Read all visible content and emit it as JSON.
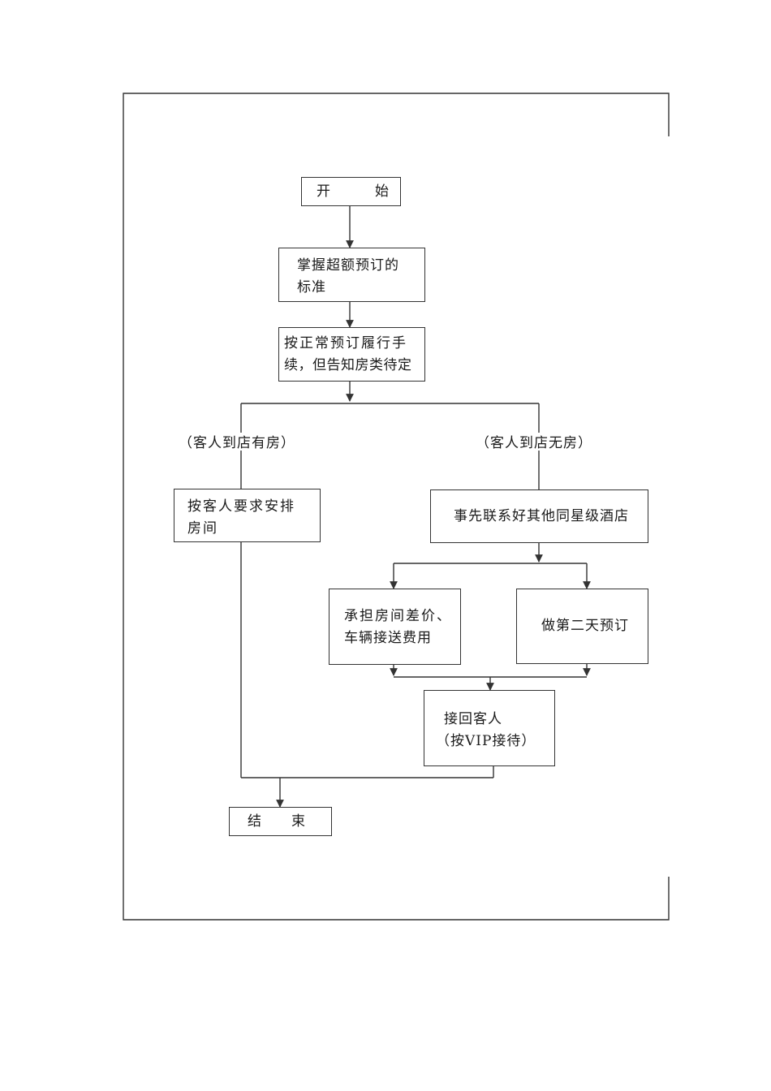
{
  "flowchart": {
    "start": "开　　　始",
    "step1": {
      "line1": "掌握超额预订的",
      "line2": "标准"
    },
    "step2": {
      "line1": "按正常预订履行手",
      "line2": "续，但告知房类待定"
    },
    "branch_left_label": "（客人到店有房）",
    "branch_right_label": "（客人到店无房）",
    "left_action": {
      "line1": "按客人要求安排",
      "line2": "房间"
    },
    "right_action": "事先联系好其他同星级酒店",
    "option_a": {
      "line1": "承担房间差价、",
      "line2": "车辆接送费用"
    },
    "option_b": "做第二天预订",
    "pickup": {
      "line1": "接回客人",
      "line2": "（按VIP接待）"
    },
    "end": "结　　束"
  }
}
